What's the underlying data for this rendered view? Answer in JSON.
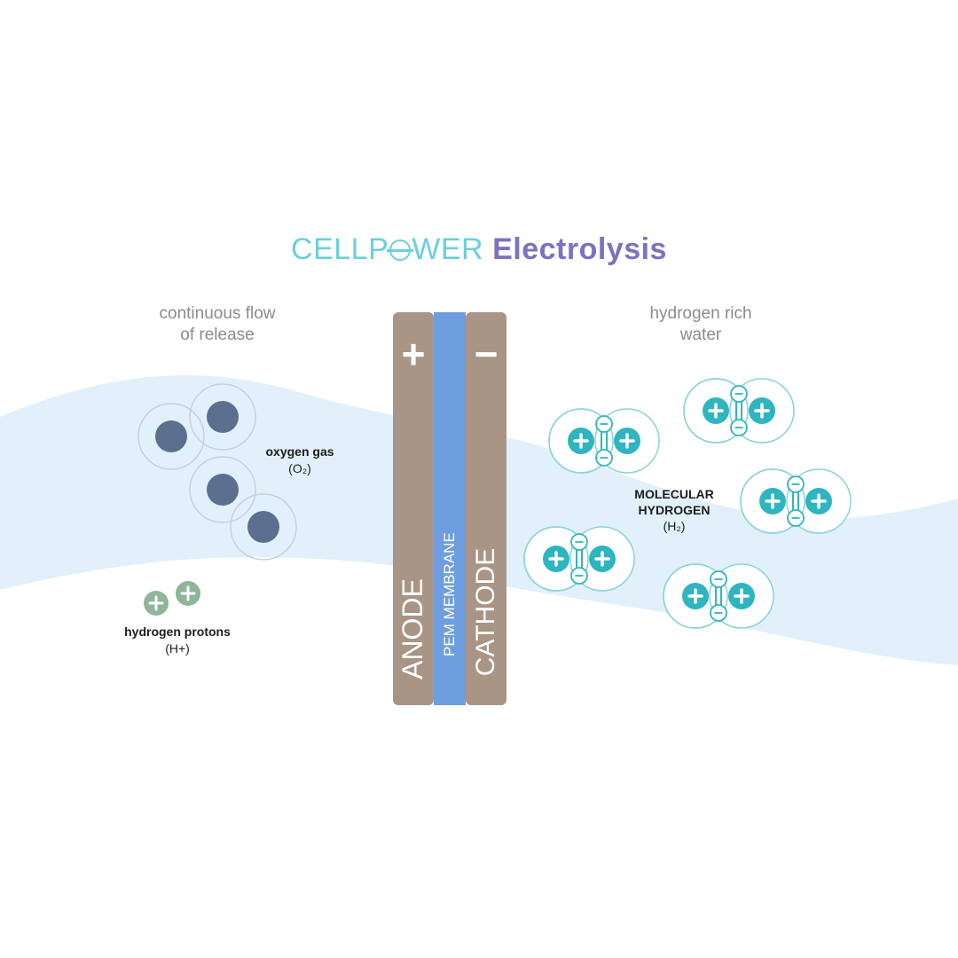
{
  "header": {
    "brand": "CELLP",
    "brand_rest": "WER",
    "subtitle": "Electrolysis"
  },
  "labels": {
    "flow_line1": "continuous flow",
    "flow_line2": "of release",
    "water_line1": "hydrogen rich",
    "water_line2": "water",
    "oxygen_line1": "oxygen gas",
    "oxygen_line2": "(O₂)",
    "protons_line1": "hydrogen protons",
    "protons_line2": "(H+)",
    "molecular_line1": "MOLECULAR",
    "molecular_line2": "HYDROGEN",
    "molecular_line3": "(H₂)"
  },
  "electrodes": {
    "anode": "ANODE",
    "membrane": "PEM MEMBRANE",
    "cathode": "CATHODE",
    "anode_sign": "+",
    "cathode_sign": "−"
  },
  "colors": {
    "water": "#e1f0fa",
    "electrode": "#a99585",
    "membrane": "#6f9ee0",
    "oxygen_core": "#5c6f8f",
    "oxygen_ring": "#e2e8f0",
    "proton": "#8fb59a",
    "hydrogen": "#2fb5bf",
    "hydrogen_ring": "#8ad3d8",
    "brand": "#6ccfdc",
    "accent": "#7c72c0"
  },
  "icons": {
    "oxygen": "oxygen-molecule-icon",
    "proton": "proton-plus-icon",
    "hydrogen": "hydrogen-molecule-icon"
  }
}
